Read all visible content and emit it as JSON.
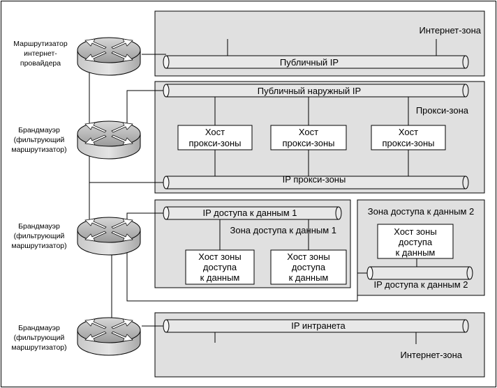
{
  "routers": {
    "isp": [
      "Маршрутизатор",
      "интернет-",
      "провайдера"
    ],
    "firewall1": [
      "Брандмауэр",
      "(фильтрующий",
      "маршрутизатор)"
    ],
    "firewall2": [
      "Брандмауэр",
      "(фильтрующий",
      "маршрутизатор)"
    ],
    "firewall3": [
      "Брандмауэр",
      "(фильтрующий",
      "маршрутизатор)"
    ]
  },
  "zones": {
    "internet_top": "Интернет-зона",
    "proxy": "Прокси-зона",
    "data_access_1": "Зона доступа к данным 1",
    "data_access_2": "Зона доступа к данным 2",
    "internet_bottom": "Интернет-зона"
  },
  "buses": {
    "public_ip": "Публичный IP",
    "public_external_ip": "Публичный наружный IP",
    "proxy_ip": "IP прокси-зоны",
    "data_access_ip_1": "IP доступа к данным 1",
    "data_access_ip_2": "IP доступа к данным 2",
    "intranet_ip": "IP интранета"
  },
  "hosts": {
    "proxy_host_1": [
      "Хост",
      "прокси-зоны"
    ],
    "proxy_host_2": [
      "Хост",
      "прокси-зоны"
    ],
    "proxy_host_3": [
      "Хост",
      "прокси-зоны"
    ],
    "data_host_1": [
      "Хост зоны",
      "доступа",
      "к данным"
    ],
    "data_host_2": [
      "Хост зоны",
      "доступа",
      "к данным"
    ],
    "data_host_3": [
      "Хост зоны",
      "доступа",
      "к данным"
    ]
  }
}
